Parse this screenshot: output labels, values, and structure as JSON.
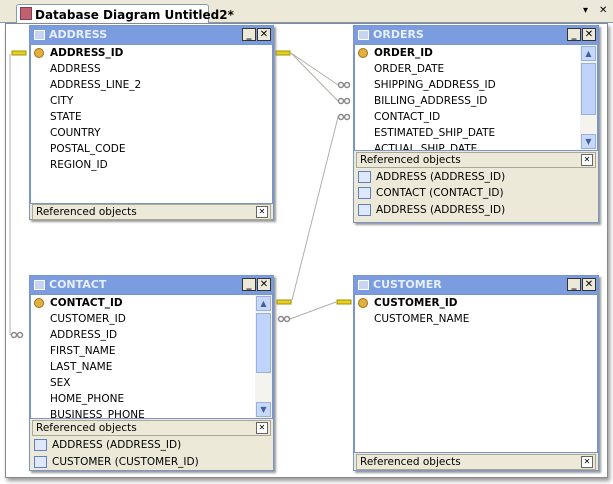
{
  "tab": {
    "title": "Database Diagram Untitled2*"
  },
  "tab_controls": {
    "menu": "▾",
    "close": "✕"
  },
  "ref_label": "Referenced objects",
  "tables": {
    "address": {
      "name": "ADDRESS",
      "pk": "ADDRESS_ID",
      "columns": [
        "ADDRESS",
        "ADDRESS_LINE_2",
        "CITY",
        "STATE",
        "COUNTRY",
        "POSTAL_CODE",
        "REGION_ID"
      ],
      "refs": []
    },
    "orders": {
      "name": "ORDERS",
      "pk": "ORDER_ID",
      "columns": [
        "ORDER_DATE",
        "SHIPPING_ADDRESS_ID",
        "BILLING_ADDRESS_ID",
        "CONTACT_ID",
        "ESTIMATED_SHIP_DATE",
        "ACTUAL_SHIP_DATE"
      ],
      "refs": [
        "ADDRESS (ADDRESS_ID)",
        "CONTACT (CONTACT_ID)",
        "ADDRESS (ADDRESS_ID)"
      ]
    },
    "contact": {
      "name": "CONTACT",
      "pk": "CONTACT_ID",
      "columns": [
        "CUSTOMER_ID",
        "ADDRESS_ID",
        "FIRST_NAME",
        "LAST_NAME",
        "SEX",
        "HOME_PHONE",
        "BUSINESS_PHONE"
      ],
      "refs": [
        "ADDRESS (ADDRESS_ID)",
        "CUSTOMER (CUSTOMER_ID)"
      ]
    },
    "customer": {
      "name": "CUSTOMER",
      "pk": "CUSTOMER_ID",
      "columns": [
        "CUSTOMER_NAME"
      ],
      "refs": []
    }
  },
  "colors": {
    "header": "#7b9de0",
    "key": "#e8d020",
    "line": "#b0b0a8"
  }
}
